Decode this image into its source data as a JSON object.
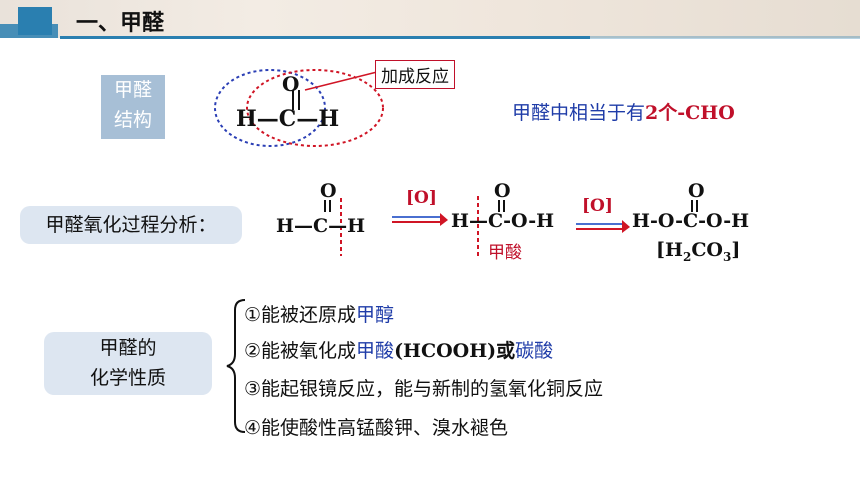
{
  "header": {
    "title": "一、甲醛"
  },
  "structure_label": {
    "line1": "甲醛",
    "line2": "结构"
  },
  "structure": {
    "left": "H",
    "center": "C",
    "right": "H",
    "top": "O",
    "bond": "—"
  },
  "callout": {
    "text": "加成反应"
  },
  "note": {
    "prefix": "甲醛中相当于有",
    "count": "2个-CHO"
  },
  "oxidation_label": "甲醛氧化过程分析：",
  "oxidation": {
    "step1": {
      "text": "H—C—H",
      "top": "O"
    },
    "arrow1": "[O]",
    "step2": {
      "text": "H—C-O-H",
      "top": "O",
      "name": "甲酸"
    },
    "arrow2": "[O]",
    "step3": {
      "text": "H-O-C-O-H",
      "top": "O",
      "formula_open": "[H",
      "formula_sub1": "2",
      "formula_mid": "CO",
      "formula_sub2": "3",
      "formula_close": "]"
    }
  },
  "properties_label": {
    "line1": "甲醛的",
    "line2": "化学性质"
  },
  "properties": [
    {
      "prefix": "①能被还原成",
      "highlight": "甲醇",
      "suffix": ""
    },
    {
      "prefix": "②能被氧化成",
      "highlight": "甲酸",
      "middle": "(HCOOH)或",
      "highlight2": "碳酸"
    },
    {
      "prefix": "③能起银镜反应，能与新制的氢氧化铜反应"
    },
    {
      "prefix": "④能使酸性高锰酸钾、溴水褪色"
    }
  ],
  "colors": {
    "accent": "#2a7fb0",
    "red": "#c0102a",
    "blue": "#1f3ca8"
  }
}
